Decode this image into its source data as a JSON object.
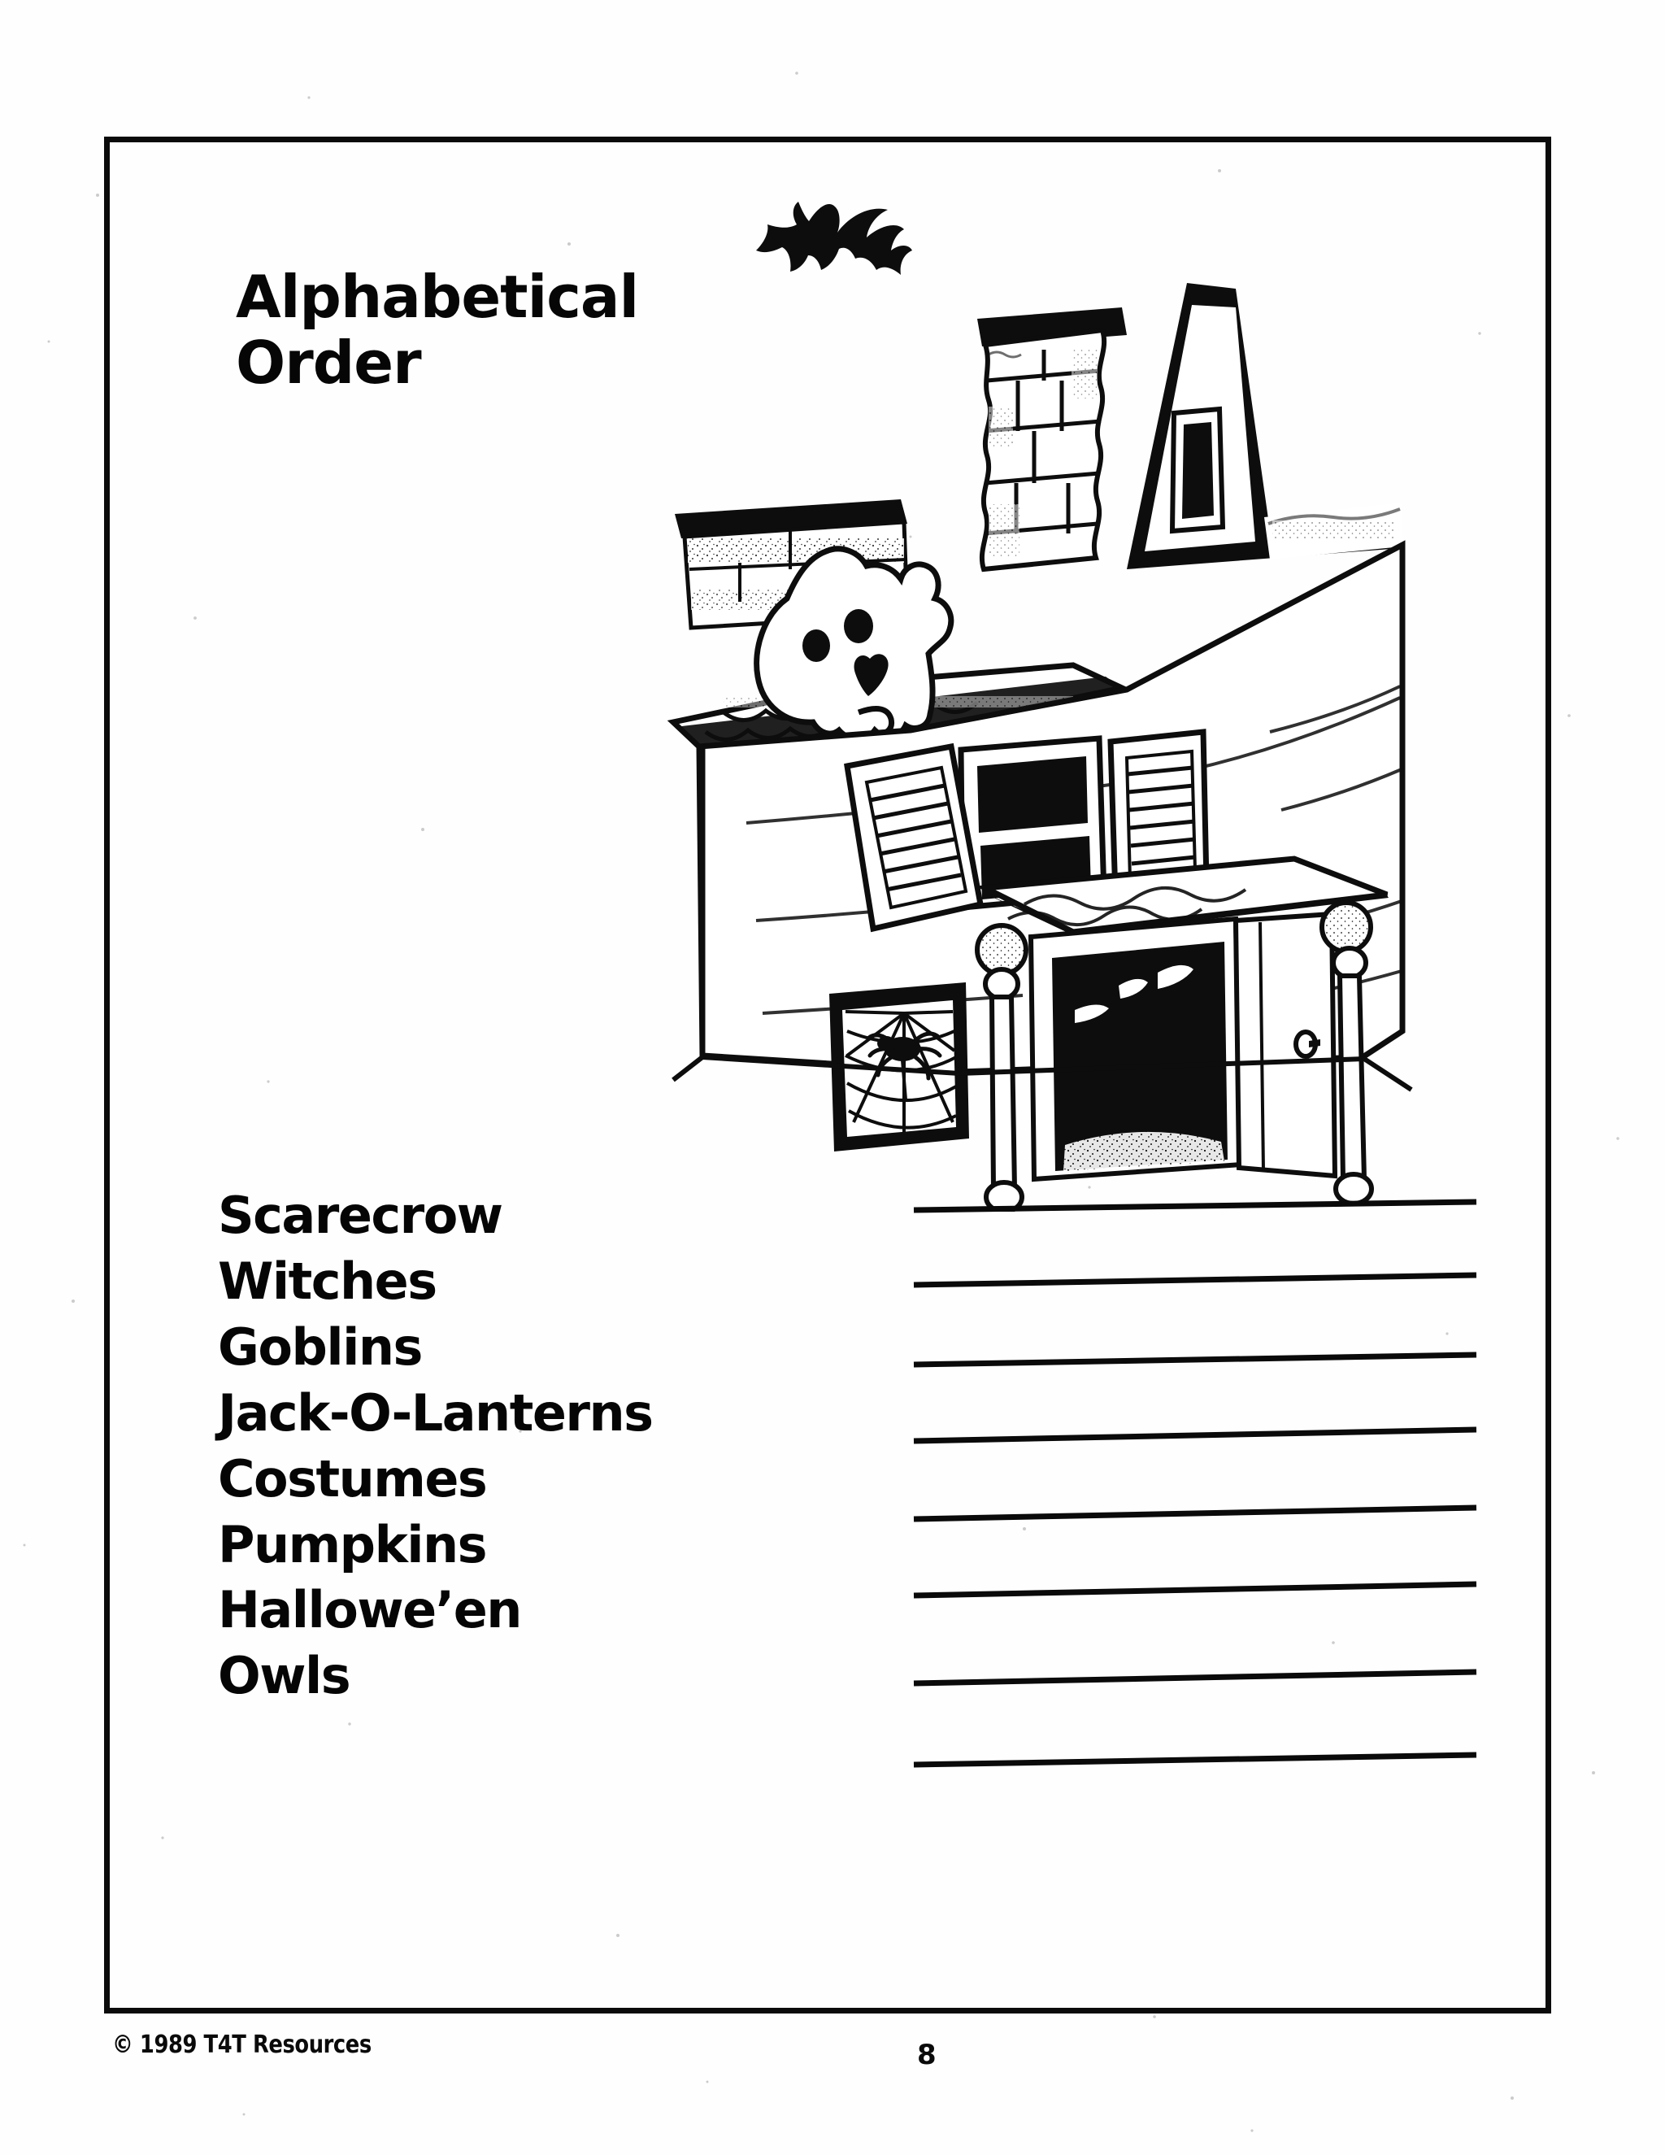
{
  "worksheet": {
    "title_lines": [
      "Alphabetical",
      "Order"
    ],
    "instruction_theme": "halloween"
  },
  "word_list": {
    "items": [
      {
        "label": "Scarecrow"
      },
      {
        "label": "Witches"
      },
      {
        "label": "Goblins"
      },
      {
        "label": "Jack-O-Lanterns"
      },
      {
        "label": "Costumes"
      },
      {
        "label": "Pumpkins"
      },
      {
        "label": "Hallowe’en"
      },
      {
        "label": "Owls"
      }
    ]
  },
  "answer_lines": {
    "count": 8,
    "values": [
      "",
      "",
      "",
      "",
      "",
      "",
      "",
      ""
    ]
  },
  "illustration": {
    "name": "haunted-house",
    "elements": [
      "bat",
      "ghost",
      "brick-chimney",
      "attic-window",
      "shuttered-window",
      "spiderweb-window",
      "spider",
      "open-door",
      "glowing-eyes",
      "porch-roof",
      "porch-columns",
      "shingles"
    ]
  },
  "footer": {
    "copyright": "© 1989 T4T Resources",
    "page_number": "8"
  },
  "colors": {
    "ink": "#0a0a0a",
    "paper": "#fefefe"
  }
}
